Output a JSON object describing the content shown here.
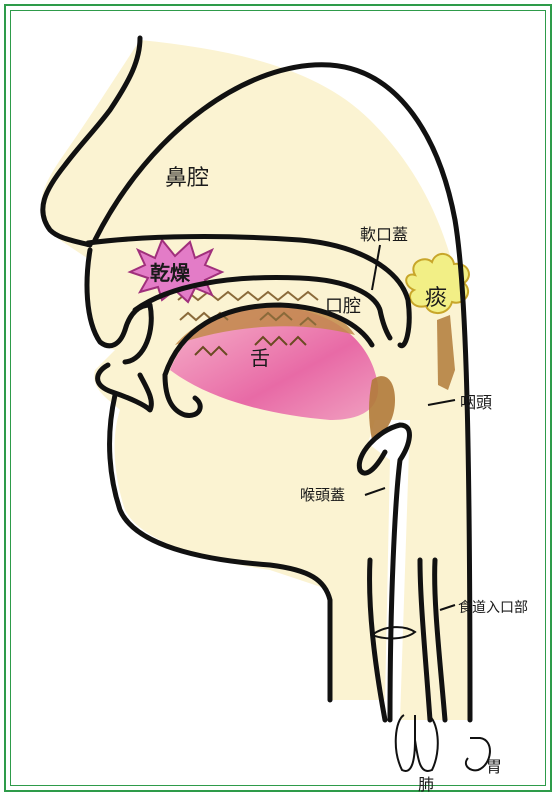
{
  "labels": {
    "nasal_cavity": "鼻腔",
    "soft_palate": "軟口蓋",
    "dryness": "乾燥",
    "oral_cavity": "口腔",
    "phlegm": "痰",
    "tongue": "舌",
    "pharynx": "咽頭",
    "epiglottis": "喉頭蓋",
    "esophagus_entrance": "食道入口部",
    "lung": "肺",
    "stomach": "胃"
  },
  "colors": {
    "frame": "#2e9b4a",
    "skin": "#fbf3d2",
    "tongue_pink": "#e86aa6",
    "brown": "#b07a3a",
    "dry_burst": "#e37cc7",
    "phlegm_yellow": "#f2ef86",
    "outline": "#111111"
  }
}
